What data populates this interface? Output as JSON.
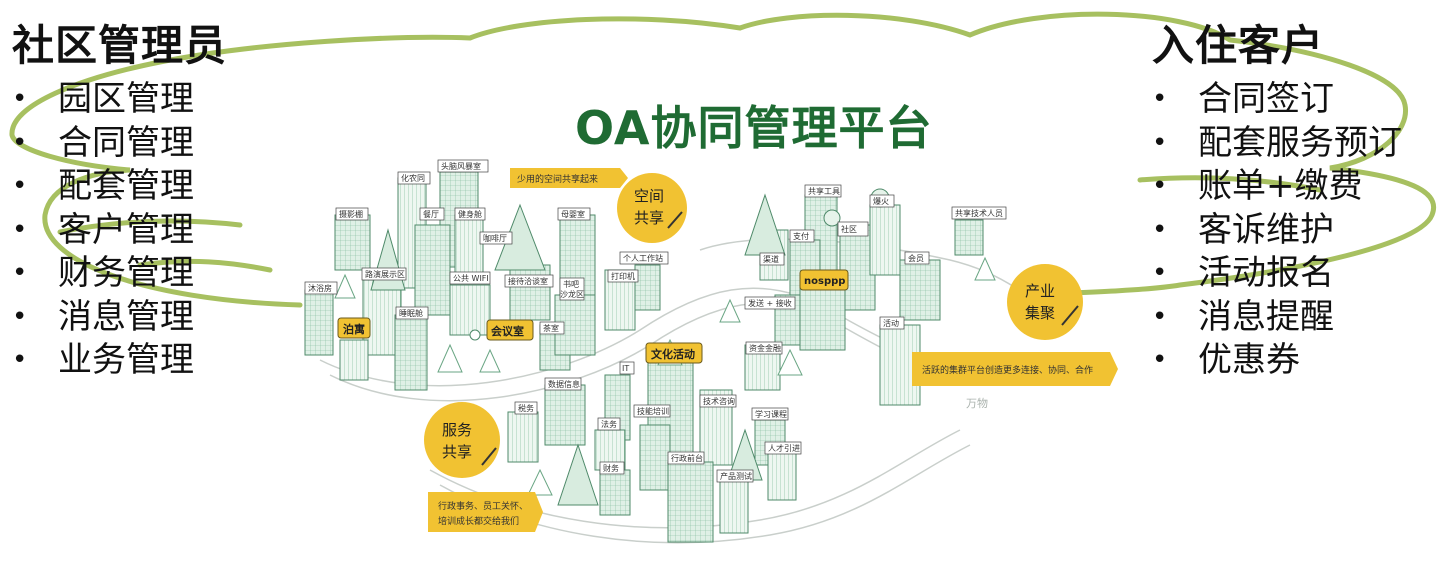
{
  "title": "OA协同管理平台",
  "left": {
    "heading": "社区管理员",
    "items": [
      "园区管理",
      "合同管理",
      "配套管理",
      "客户管理",
      "财务管理",
      "消息管理",
      "业务管理"
    ]
  },
  "right": {
    "heading": "入住客户",
    "items": [
      "合同签订",
      "配套服务预订",
      "账单+缴费",
      "客诉维护",
      "活动报名",
      "消息提醒",
      "优惠券"
    ]
  },
  "illustration": {
    "badges": {
      "space_1": "空间",
      "space_2": "共享",
      "industry_1": "产业",
      "industry_2": "集聚",
      "service_1": "服务",
      "service_2": "共享"
    },
    "ribbons": {
      "top": "少用的空间共享起来",
      "right": "活跃的集群平台创造更多连接、协同、合作",
      "bottom_1": "行政事务、员工关怀、",
      "bottom_2": "培训成长都交给我们"
    },
    "yellow_labels": {
      "lodging": "泊寓",
      "meeting": "会议室",
      "culture": "文化活动",
      "nosppp": "nosppp"
    },
    "small_labels": {
      "huanongtong": "化农同",
      "brain_room": "头脑风暴室",
      "photo_studio": "摄影棚",
      "restaurant": "餐厅",
      "gym": "健身舱",
      "mother_room": "母婴室",
      "coffee": "咖啡厅",
      "public_wifi": "公共 WIFI",
      "reception": "接待洽谈室",
      "roadshow": "路演展示区",
      "bath": "沐浴房",
      "nap": "睡眠舱",
      "study": "书吧\n沙龙区",
      "personal": "个人工作站",
      "printer": "打印机",
      "tea": "茶室",
      "shared_tools": "共享工具",
      "payment": "支付",
      "channel": "渠道",
      "community": "社区",
      "share_tech": "共享技术人员",
      "member": "会员",
      "activity": "活动",
      "fire": "爆火",
      "post": "发送 + 接收",
      "finance_help": "资金金融",
      "data_info": "数据信息",
      "tax": "税务",
      "it": "IT",
      "skill_train": "技能培训",
      "tech_consult": "技术咨询",
      "learning": "学习课程",
      "legal": "法务",
      "talent": "人才引进",
      "finance": "财务",
      "admin": "行政前台",
      "product_test": "产品测试"
    },
    "watermark": "万物"
  }
}
